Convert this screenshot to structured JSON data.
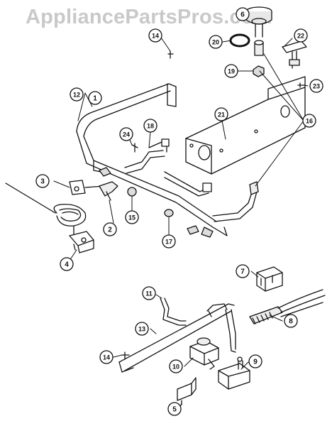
{
  "watermark": "AppliancePartsPros.com",
  "callouts": [
    {
      "id": "c1",
      "label": "1"
    },
    {
      "id": "c2",
      "label": "2"
    },
    {
      "id": "c3",
      "label": "3"
    },
    {
      "id": "c4",
      "label": "4"
    },
    {
      "id": "c5",
      "label": "5"
    },
    {
      "id": "c6",
      "label": "6"
    },
    {
      "id": "c7",
      "label": "7"
    },
    {
      "id": "c8",
      "label": "8"
    },
    {
      "id": "c9",
      "label": "9"
    },
    {
      "id": "c10",
      "label": "10"
    },
    {
      "id": "c11",
      "label": "11"
    },
    {
      "id": "c12",
      "label": "12"
    },
    {
      "id": "c13",
      "label": "13"
    },
    {
      "id": "c14a",
      "label": "14"
    },
    {
      "id": "c14b",
      "label": "14"
    },
    {
      "id": "c15",
      "label": "15"
    },
    {
      "id": "c16",
      "label": "16"
    },
    {
      "id": "c17",
      "label": "17"
    },
    {
      "id": "c18",
      "label": "18"
    },
    {
      "id": "c19",
      "label": "19"
    },
    {
      "id": "c20",
      "label": "20"
    },
    {
      "id": "c21",
      "label": "21"
    },
    {
      "id": "c22",
      "label": "22"
    },
    {
      "id": "c23",
      "label": "23"
    },
    {
      "id": "c24",
      "label": "24"
    }
  ]
}
